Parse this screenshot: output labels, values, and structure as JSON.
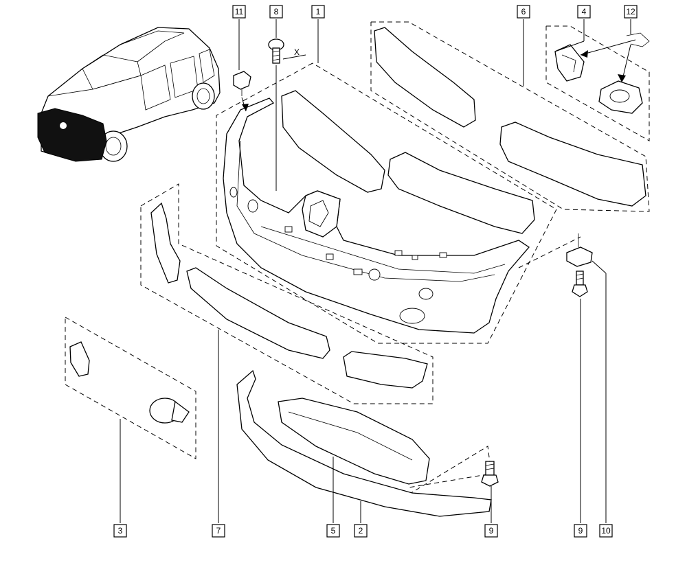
{
  "diagram": {
    "callouts": [
      {
        "key": "c11",
        "label": "11"
      },
      {
        "key": "c8",
        "label": "8"
      },
      {
        "key": "c1",
        "label": "1"
      },
      {
        "key": "c6",
        "label": "6"
      },
      {
        "key": "c4",
        "label": "4"
      },
      {
        "key": "c12",
        "label": "12"
      },
      {
        "key": "c3",
        "label": "3"
      },
      {
        "key": "c7",
        "label": "7"
      },
      {
        "key": "c5",
        "label": "5"
      },
      {
        "key": "c2",
        "label": "2"
      },
      {
        "key": "c9a",
        "label": "9"
      },
      {
        "key": "c9b",
        "label": "9"
      },
      {
        "key": "c10",
        "label": "10"
      }
    ],
    "bolt_axis_label": "X"
  }
}
